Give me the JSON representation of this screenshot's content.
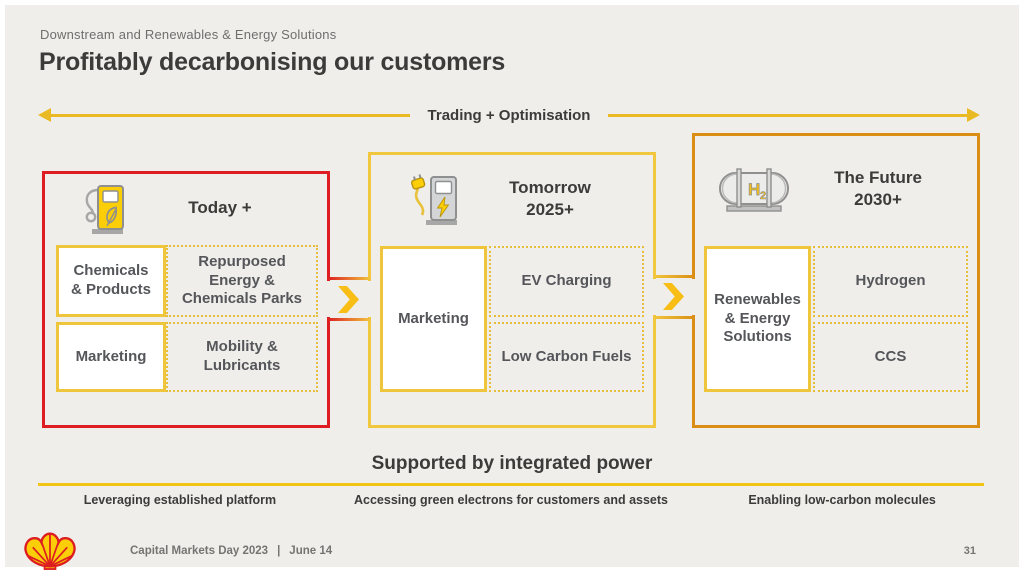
{
  "slide": {
    "eyebrow": "Downstream and Renewables & Energy Solutions",
    "title": "Profitably decarbonising our customers",
    "trading_label": "Trading + Optimisation",
    "supported_heading": "Supported by integrated power",
    "columns": [
      {
        "title": "Today +",
        "title_sub": "",
        "icon": "fuel-pump-icon",
        "accent_color": "#DD1D21",
        "cells": {
          "left_top": "Chemicals & Products",
          "left_bottom": "Marketing",
          "right_top": "Repurposed Energy & Chemicals Parks",
          "right_bottom": "Mobility & Lubricants"
        },
        "caption": "Leveraging established platform"
      },
      {
        "title": "Tomorrow",
        "title_sub": "2025+",
        "icon": "ev-charger-icon",
        "accent_color": "#F1C73E",
        "cells": {
          "left": "Marketing",
          "right_top": "EV Charging",
          "right_bottom": "Low Carbon Fuels"
        },
        "caption": "Accessing green electrons for customers and assets"
      },
      {
        "title": "The Future",
        "title_sub": "2030+",
        "icon": "hydrogen-tank-icon",
        "accent_color": "#DA8E15",
        "cells": {
          "left": "Renewables & Energy Solutions",
          "right_top": "Hydrogen",
          "right_bottom": "CCS"
        },
        "caption": "Enabling low-carbon molecules"
      }
    ],
    "footer": {
      "logo": "shell-pecten-logo",
      "event": "Capital Markets Day 2023",
      "separator": "|",
      "date": "June 14",
      "page_number": "31"
    },
    "colors": {
      "background": "#EFEEEB",
      "shell_red": "#DD1D21",
      "shell_yellow": "#FBCE07",
      "box_yellow": "#F1C73E",
      "box_orange": "#DA8E15",
      "arrow_gold": "#EABA25",
      "chevron_yellow": "#F8BE15",
      "text_dark": "#3B3B3A",
      "text_gray": "#6E6E6D"
    }
  }
}
